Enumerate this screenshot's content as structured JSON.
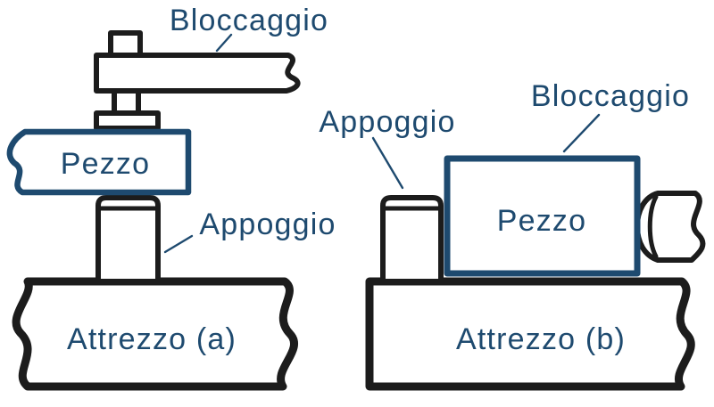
{
  "colors": {
    "line": "#1c1c1c",
    "accent": "#1e4a6f",
    "label": "#1e4a6f",
    "background": "#ffffff"
  },
  "figure_a": {
    "clamp_label": "Bloccaggio",
    "workpiece_label": "Pezzo",
    "support_label": "Appoggio",
    "base_label": "Attrezzo (a)"
  },
  "figure_b": {
    "support_label": "Appoggio",
    "clamp_label": "Bloccaggio",
    "workpiece_label": "Pezzo",
    "base_label": "Attrezzo (b)"
  }
}
